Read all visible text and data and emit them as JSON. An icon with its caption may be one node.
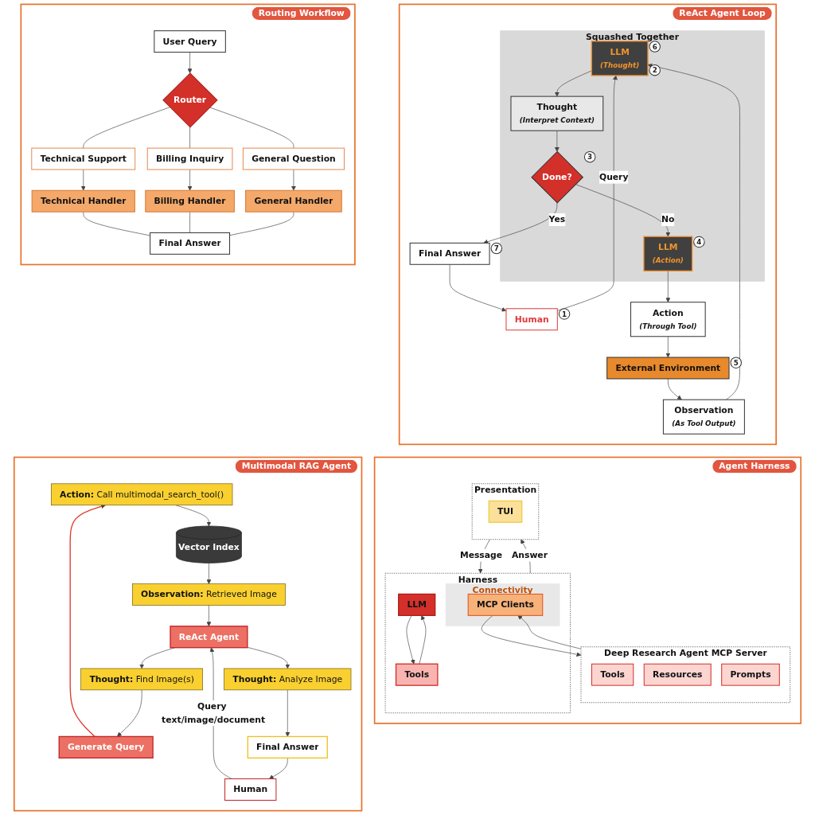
{
  "diagram": {
    "nodes": [
      {
        "text": [
          "Routing Workflow"
        ]
      },
      {
        "text": [
          "User Query"
        ],
        "in": 0
      },
      {
        "text": [
          "Router"
        ],
        "in": 0
      },
      {
        "text": [
          "Technical Support"
        ],
        "in": 0
      },
      {
        "text": [
          "Billing Inquiry"
        ],
        "in": 0
      },
      {
        "text": [
          "General Question"
        ],
        "in": 0
      },
      {
        "text": [
          "Technical Handler"
        ],
        "in": 0
      },
      {
        "text": [
          "Billing Handler"
        ],
        "in": 0
      },
      {
        "text": [
          "General Handler"
        ],
        "in": 0
      },
      {
        "text": [
          "Final Answer"
        ],
        "in": 0
      },
      {
        "text": [
          "ReAct Agent Loop"
        ]
      },
      {
        "text": [
          "Observation",
          "(As Tool Output)"
        ],
        "in": 10
      },
      {
        "text": [
          "Squashed Together"
        ],
        "in": 10
      },
      {
        "text": [
          "Human"
        ],
        "in": 10,
        "beside": [
          "1"
        ]
      },
      {
        "text": [
          "LLM",
          "(Thought)"
        ],
        "in": 12,
        "beside": [
          "6",
          "2"
        ]
      },
      {
        "text": [
          "Thought",
          "(Interpret Context)"
        ],
        "in": 12
      },
      {
        "text": [
          "Done?"
        ],
        "in": 12,
        "beside": [
          "3"
        ]
      },
      {
        "text": [
          "LLM",
          "(Action)"
        ],
        "in": 12,
        "beside": [
          "4"
        ]
      },
      {
        "text": [
          "External Environment"
        ],
        "in": 10,
        "beside": [
          "5"
        ]
      },
      {
        "text": [
          "Action",
          "(Through Tool)"
        ],
        "in": 10
      },
      {
        "text": [
          "Final Answer"
        ],
        "in": 10,
        "beside": [
          "7"
        ]
      },
      {
        "text": [
          "Multimodal RAG Agent"
        ]
      },
      {
        "text": [
          "**Action:** Call multimodal_search_tool()"
        ],
        "in": 21
      },
      {
        "text": [
          "Vector Index"
        ],
        "in": 21
      },
      {
        "text": [
          "**Observation:** Retrieved Image"
        ],
        "in": 21
      },
      {
        "text": [
          "ReAct Agent"
        ],
        "in": 21
      },
      {
        "text": [
          "Human"
        ],
        "in": 21
      },
      {
        "text": [
          "**Thought:** Find Image(s)"
        ],
        "in": 21
      },
      {
        "text": [
          "**Thought:** Analyze Image"
        ],
        "in": 21
      },
      {
        "text": [
          "Generate Query"
        ],
        "in": 21
      },
      {
        "text": [
          "Final Answer"
        ],
        "in": 21
      },
      {
        "text": [
          "Agent Harness"
        ]
      },
      {
        "text": [
          "Presentation"
        ],
        "in": 31
      },
      {
        "text": [
          "TUI"
        ],
        "in": 32
      },
      {
        "text": [
          "Harness"
        ],
        "in": 31
      },
      {
        "text": [
          "LLM"
        ],
        "in": 34
      },
      {
        "text": [
          "Tools"
        ],
        "in": 34
      },
      {
        "text": [
          "Connectivity"
        ],
        "in": 34
      },
      {
        "text": [
          "MCP Clients"
        ],
        "in": 37
      },
      {
        "text": [
          "Deep Research Agent MCP Server"
        ],
        "in": 31
      },
      {
        "text": [
          "Tools"
        ],
        "in": 39
      },
      {
        "text": [
          "Resources"
        ],
        "in": 39
      },
      {
        "text": [
          "Prompts"
        ],
        "in": 39
      }
    ],
    "edges": [
      {
        "from": 1,
        "to": 2,
        "arrow": "to"
      },
      {
        "from": 2,
        "to": 3,
        "arrow": "none"
      },
      {
        "from": 2,
        "to": 4,
        "arrow": "none"
      },
      {
        "from": 2,
        "to": 5,
        "arrow": "none"
      },
      {
        "from": 3,
        "to": 6,
        "arrow": "to"
      },
      {
        "from": 4,
        "to": 7,
        "arrow": "to"
      },
      {
        "from": 5,
        "to": 8,
        "arrow": "to"
      },
      {
        "from": 6,
        "to": 9,
        "arrow": "none"
      },
      {
        "from": 7,
        "to": 9,
        "arrow": "none"
      },
      {
        "from": 8,
        "to": 9,
        "arrow": "none"
      },
      {
        "from": 13,
        "to": 14,
        "arrow": "to",
        "label": "Query"
      },
      {
        "from": 14,
        "to": 15,
        "arrow": "to"
      },
      {
        "from": 15,
        "to": 16,
        "arrow": "to"
      },
      {
        "from": 16,
        "to": 17,
        "arrow": "to",
        "label": "No"
      },
      {
        "from": 17,
        "to": 19,
        "arrow": "to"
      },
      {
        "from": 19,
        "to": 18,
        "arrow": "to"
      },
      {
        "from": 18,
        "to": 11,
        "arrow": "to"
      },
      {
        "from": 11,
        "to": 14,
        "arrow": "to"
      },
      {
        "from": 16,
        "to": 20,
        "arrow": "to",
        "label": "Yes"
      },
      {
        "from": 20,
        "to": 13,
        "arrow": "to"
      },
      {
        "from": 22,
        "to": 23,
        "arrow": "to"
      },
      {
        "from": 23,
        "to": 24,
        "arrow": "to"
      },
      {
        "from": 24,
        "to": 25,
        "arrow": "to"
      },
      {
        "from": 26,
        "to": 25,
        "arrow": "to",
        "label": "**Query** text/image/document"
      },
      {
        "from": 25,
        "to": 27,
        "arrow": "to"
      },
      {
        "from": 25,
        "to": 28,
        "arrow": "to"
      },
      {
        "from": 27,
        "to": 29,
        "arrow": "to"
      },
      {
        "from": 28,
        "to": 30,
        "arrow": "to"
      },
      {
        "from": 29,
        "to": 22,
        "arrow": "to",
        "color": "#e03a2f"
      },
      {
        "from": 30,
        "to": 26,
        "arrow": "to"
      },
      {
        "from": 32,
        "to": 34,
        "arrow": "to",
        "label": "Message"
      },
      {
        "from": 34,
        "to": 32,
        "arrow": "to",
        "label": "Answer"
      },
      {
        "from": 35,
        "to": 36,
        "arrow": "to"
      },
      {
        "from": 36,
        "to": 35,
        "arrow": "to"
      },
      {
        "from": 38,
        "to": 39,
        "arrow": "to"
      },
      {
        "from": 39,
        "to": 38,
        "arrow": "to"
      }
    ]
  }
}
